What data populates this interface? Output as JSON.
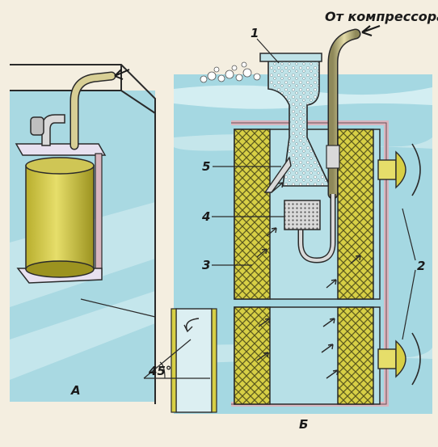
{
  "labels": {
    "compressor": "От компрессора",
    "view_a": "А",
    "view_b": "Б",
    "part_1": "1",
    "part_2": "2",
    "part_3": "3",
    "part_4": "4",
    "part_5": "5",
    "angle": "45°"
  },
  "colors": {
    "paper": "#f4eee0",
    "water": "#9fd3dd",
    "water_light": "#cbe9ee",
    "filter_yellow": "#d7cf45",
    "hose": "#c9c08a",
    "outline": "#2a2a2a",
    "frame": "#d8b6bf"
  }
}
